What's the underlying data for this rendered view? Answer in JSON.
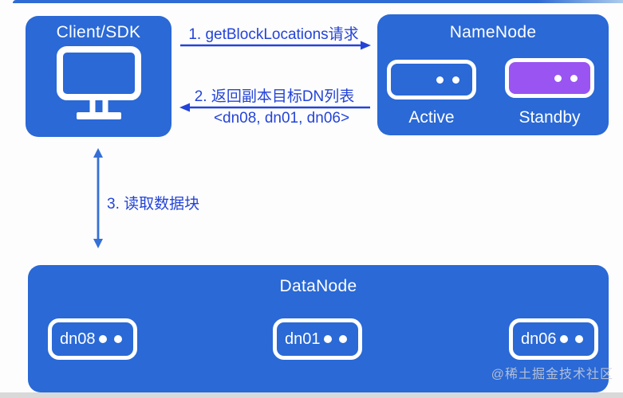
{
  "nodes": {
    "client": {
      "title": "Client/SDK"
    },
    "namenode": {
      "title": "NameNode",
      "active_label": "Active",
      "standby_label": "Standby"
    },
    "datanode": {
      "title": "DataNode",
      "items": [
        {
          "label": "dn08"
        },
        {
          "label": "dn01"
        },
        {
          "label": "dn06"
        }
      ]
    }
  },
  "arrows": {
    "step1_label": "1. getBlockLocations请求",
    "step2_label": "2. 返回副本目标DN列表",
    "step2_sublabel": "<dn08, dn01, dn06>",
    "step3_label": "3. 读取数据块"
  },
  "watermark": "@稀土掘金技术社区",
  "colors": {
    "node_blue": "#2a69d6",
    "standby_purple": "#9a54f2",
    "arrow_blue": "#2444d8",
    "vertical_arrow_blue": "#3570d6",
    "text_white": "#ffffff"
  }
}
